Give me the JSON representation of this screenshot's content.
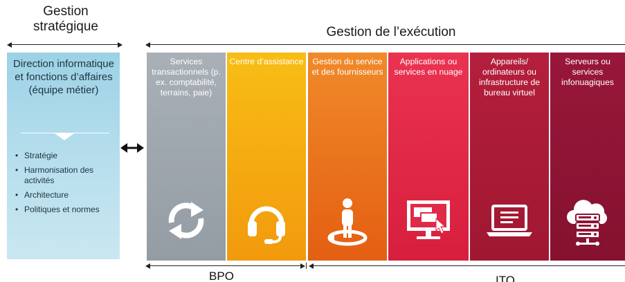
{
  "headings": {
    "strategic": "Gestion\nstratégique",
    "execution": "Gestion de l’exécution"
  },
  "left_panel": {
    "title": "Direction informatique et fonctions d’affaires (équipe métier)",
    "bullets": [
      "Stratégie",
      "Harmonisation des activités",
      "Architecture",
      "Politiques et normes"
    ]
  },
  "columns": [
    {
      "label": "Services transactionnels (p. ex. comptabilité, terrains, paie)",
      "icon": "refresh-cycle-icon",
      "color": "#a0a8af"
    },
    {
      "label": "Centre d’assistance",
      "icon": "headset-icon",
      "color": "#f5a910"
    },
    {
      "label": "Gestion du service et des fournisseurs",
      "icon": "person-target-icon",
      "color": "#eb7420"
    },
    {
      "label": "Applications ou services en nuage",
      "icon": "monitor-click-icon",
      "color": "#e02a47"
    },
    {
      "label": "Appareils/ ordinateurs ou infrastructure de bureau virtuel",
      "icon": "laptop-icon",
      "color": "#aa1b37"
    },
    {
      "label": "Serveurs ou services infonuagiques",
      "icon": "cloud-server-icon",
      "color": "#8e1435"
    }
  ],
  "bottom": {
    "bpo": "BPO",
    "ito": "ITO"
  }
}
